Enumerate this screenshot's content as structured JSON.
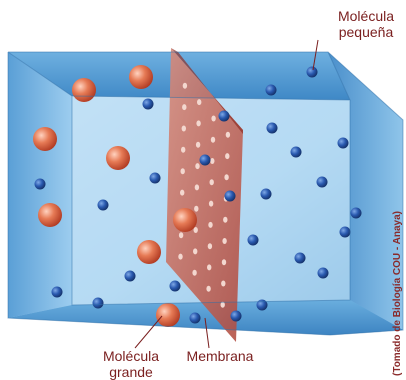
{
  "labels": {
    "small_molecule": "Molécula\npequeña",
    "large_molecule": "Molécula\ngrande",
    "membrane": "Membrana",
    "credit": "(Tomado de Biología COU - Anaya)"
  },
  "colors": {
    "small_molecule": "#1f4f9c",
    "large_molecule": "#d35a3f",
    "membrane": "#c0544a",
    "water_light": "#cfe6f6",
    "water_mid": "#8cc6ea",
    "water_dark": "#4f97cf",
    "label_text": "#7a1f1f"
  }
}
